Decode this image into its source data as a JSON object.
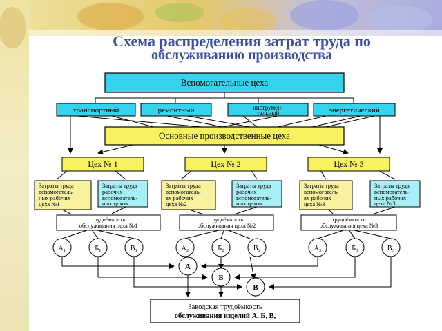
{
  "title_line1": "Схема распределения затрат труда по",
  "title_line2": "обслуживанию производства",
  "colors": {
    "title": "#3a4fa0",
    "aux_header_fill": "#35d3ee",
    "service_fill": "#35d3ee",
    "main_header_fill": "#f8f25e",
    "shop_fill": "#f8f25e",
    "workers_cost_fill": "#f8f2a0",
    "aux_cost_fill": "#a8eef6",
    "banner_left": "#e7d47a",
    "banner_right": "#b7b8e0",
    "sidebar": "#efe7a8"
  },
  "diagram": {
    "aux_shops_header": "Вспомогательные цеха",
    "service_shops": [
      "транспортный",
      "ремонтный",
      "инструмен-",
      "тальный",
      "энергетический"
    ],
    "main_shops_header": "Основные производственные цеха",
    "shops": [
      "Цех № 1",
      "Цех № 2",
      "Цех № 3"
    ],
    "workers_cost": [
      [
        "Затраты труда",
        "вспомогатель-",
        "ных рабочих",
        "цеха №1"
      ],
      [
        "Затраты труда",
        "вспомогатель-",
        "вх рабочих",
        "цеха №2"
      ],
      [
        "Затраты труда",
        "вспомогатель-",
        "вх рабочих",
        "цеха №3"
      ]
    ],
    "aux_cost": [
      [
        "Затраты труда",
        "рабочих",
        "вспомогатель-",
        "ных цехов"
      ],
      [
        "Затраты труда",
        "рабочих",
        "вспомогатель-",
        "ных цехов"
      ],
      [
        "Затраты труда",
        "вспомогатель-",
        "ных рабочих",
        "цеха №3"
      ]
    ],
    "labor_intensity": [
      [
        "трудоёмкость",
        "обслуживания цеха №1"
      ],
      [
        "трудоёмкость",
        "обслуживания цеха №2"
      ],
      [
        "трудоёмкость",
        "обслуживания цеха №3"
      ]
    ],
    "circles_top": [
      "А₁",
      "Б₁",
      "В₁",
      "А₂",
      "Б₂",
      "В₂",
      "А₃",
      "Б₃",
      "В₃"
    ],
    "circles_products": [
      "А",
      "Б",
      "В"
    ],
    "factory_box": [
      "Заводская трудоёмкость",
      "обслуживания изделий  А, Б, В,"
    ]
  }
}
